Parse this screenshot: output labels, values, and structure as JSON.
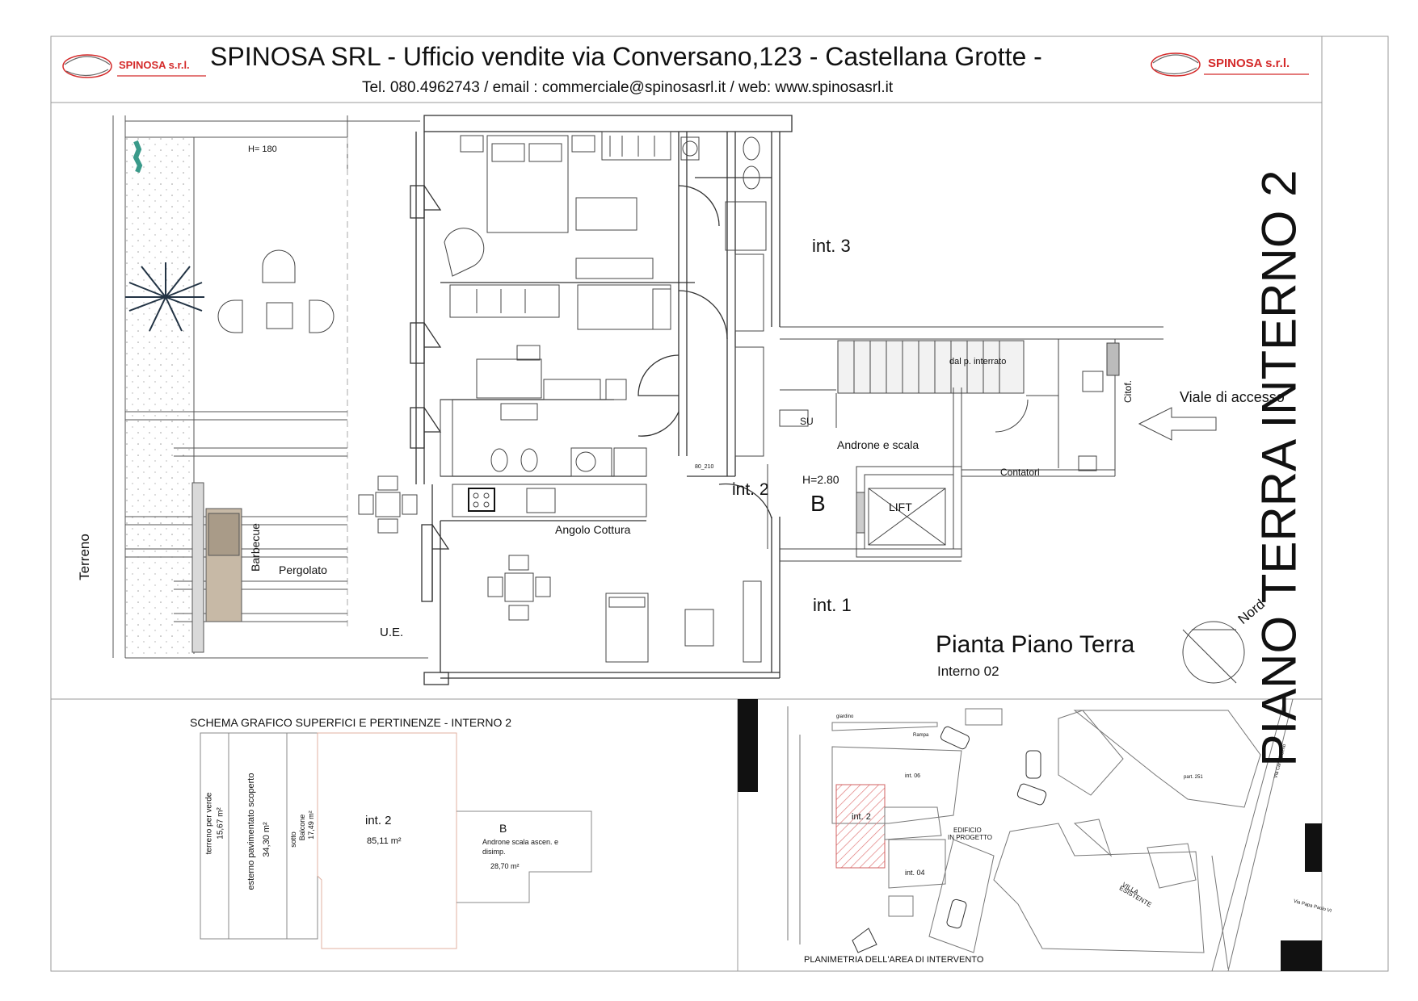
{
  "header": {
    "company_title": "SPINOSA SRL - Ufficio vendite via Conversano,123 - Castellana Grotte -",
    "contacts": "Tel. 080.4962743  /  email : commerciale@spinosasrl.it  / web: www.spinosasrl.it",
    "logo_text": "SPINOSA s.r.l."
  },
  "side_title": "PIANO TERRA INTERNO 2",
  "plan": {
    "h180": "H= 180",
    "int3": "int. 3",
    "int2": "int. 2",
    "int1": "int. 1",
    "h280": "H=2.80",
    "b": "B",
    "lift": "LIFT",
    "su": "SU",
    "dal_interrato": "dal p. interrato",
    "citof": "Citof.",
    "viale": "Viale di accesso",
    "androne": "Androne e scala",
    "contatori": "Contatori",
    "angolo": "Angolo Cottura",
    "barbecue": "Barbecue",
    "pergolato": "Pergolato",
    "ue": "U.E.",
    "terreno": "Terreno",
    "dim": "80_210",
    "nord": "Nord",
    "title": "Pianta Piano Terra",
    "subtitle": "Interno 02"
  },
  "schema": {
    "title": "SCHEMA GRAFICO SUPERFICI E PERTINENZE - INTERNO 2",
    "verde": "terreno per verde",
    "verde_val": "15,67 m²",
    "esterno": "esterno pavimentato scoperto",
    "esterno_val": "34,30 m²",
    "sotto": "sotto",
    "balcone": "Balcone",
    "balcone_val": "17,49 m²",
    "int2": "int. 2",
    "int2_val": "85,11 m²",
    "b": "B",
    "b_desc1": "Androne scala ascen. e",
    "b_desc2": "disimp.",
    "b_val": "28,70 m²"
  },
  "site": {
    "title": "PLANIMETRIA DELL'AREA DI INTERVENTO",
    "int2": "int. 2",
    "int06": "int. 06",
    "int04": "int. 04",
    "edificio": "EDIFICIO",
    "in_progetto": "IN PROGETTO",
    "villa": "VILLA",
    "esistente": "ESISTENTE",
    "giardino": "giardino",
    "rampa": "Rampa",
    "via_carlo": "Via Carlo Poerio",
    "via_papa": "Via Papa Paolo VI",
    "part": "part. 251"
  },
  "colors": {
    "logo_red": "#d42a2a",
    "hatch_red": "#e07a7a",
    "barbecue_fill": "#c7b9a6"
  }
}
